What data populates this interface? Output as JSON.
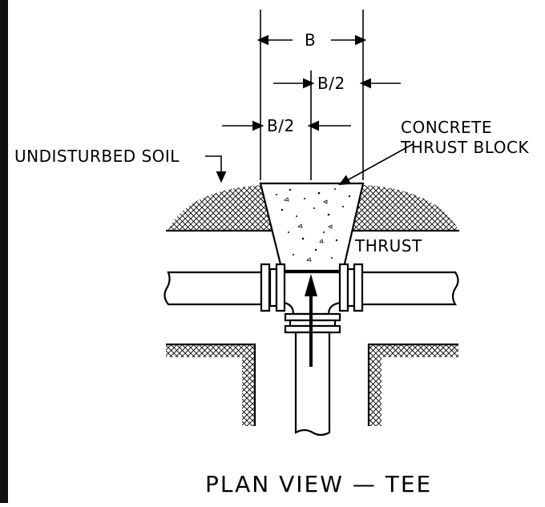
{
  "labels": {
    "dim_b": "B",
    "dim_half_upper": "B/2",
    "dim_half_lower": "B/2",
    "soil": "UNDISTURBED SOIL",
    "block_line1": "CONCRETE",
    "block_line2": "THRUST BLOCK",
    "thrust": "THRUST",
    "caption": "PLAN VIEW — TEE"
  },
  "colors": {
    "ink": "#000000",
    "paper": "#ffffff",
    "border": "#111111"
  }
}
